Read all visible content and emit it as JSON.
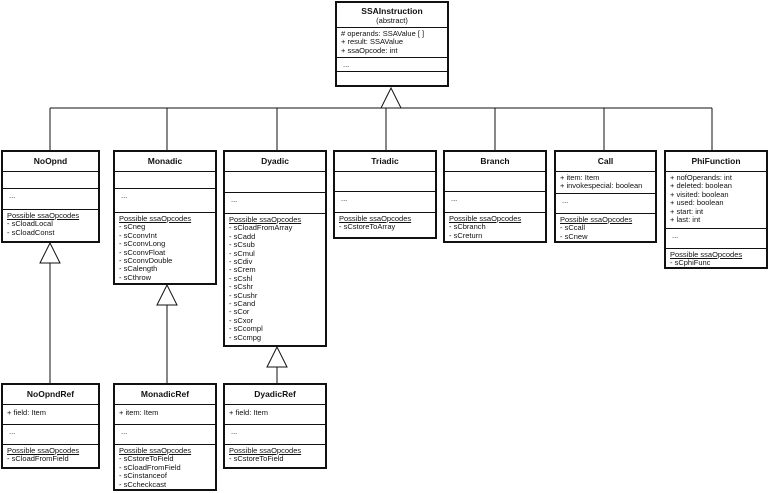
{
  "root": {
    "name": "SSAInstruction",
    "stereotype": "(abstract)",
    "attributes": [
      "# operands: SSAValue [ ]",
      "+ result: SSAValue",
      "+ ssaOpcode: int"
    ],
    "ellipsis": "..."
  },
  "classes": {
    "noopnd": {
      "name": "NoOpnd",
      "ellipsis": "...",
      "opcodes_title": "Possible ssaOpcodes",
      "opcodes": [
        "- sCloadLocal",
        "- sCloadConst"
      ]
    },
    "monadic": {
      "name": "Monadic",
      "ellipsis": "...",
      "opcodes_title": "Possible ssaOpcodes",
      "opcodes": [
        "- sCneg",
        "- sCconvInt",
        "- sCconvLong",
        "- sCconvFloat",
        "- sCconvDouble",
        "- sCalength",
        "- sCthrow"
      ]
    },
    "dyadic": {
      "name": "Dyadic",
      "ellipsis": "...",
      "opcodes_title": "Possible ssaOpcodes",
      "opcodes": [
        "- sCloadFromArray",
        "- sCadd",
        "- sCsub",
        "- sCmul",
        "- sCdiv",
        "- sCrem",
        "- sCshl",
        "- sCshr",
        "- sCushr",
        "- sCand",
        "- sCor",
        "- sCxor",
        "- sCcompl",
        "- sCcmpg"
      ]
    },
    "triadic": {
      "name": "Triadic",
      "ellipsis": "...",
      "opcodes_title": "Possible ssaOpcodes",
      "opcodes": [
        "- sCstoreToArray"
      ]
    },
    "branch": {
      "name": "Branch",
      "ellipsis": "...",
      "opcodes_title": "Possible ssaOpcodes",
      "opcodes": [
        "- sCbranch",
        "- sCreturn"
      ]
    },
    "call": {
      "name": "Call",
      "attributes": [
        "+ item: Item",
        "+ invokespecial: boolean"
      ],
      "ellipsis": "...",
      "opcodes_title": "Possible ssaOpcodes",
      "opcodes": [
        "- sCcall",
        "- sCnew"
      ]
    },
    "phi": {
      "name": "PhiFunction",
      "attributes": [
        "+ nofOperands: int",
        "+ deleted: boolean",
        "+ visited: boolean",
        "+ used: boolean",
        "+ start: int",
        "+ last: int"
      ],
      "ellipsis": "...",
      "opcodes_title": "Possible ssaOpcodes",
      "opcodes": [
        "- sCphiFunc"
      ]
    },
    "noopndref": {
      "name": "NoOpndRef",
      "attributes": [
        "+ field: Item"
      ],
      "ellipsis": "...",
      "opcodes_title": "Possible ssaOpcodes",
      "opcodes": [
        "- sCloadFromField"
      ]
    },
    "monadicref": {
      "name": "MonadicRef",
      "attributes": [
        "+ item: Item"
      ],
      "ellipsis": "...",
      "opcodes_title": "Possible ssaOpcodes",
      "opcodes": [
        "- sCstoreToField",
        "- sCloadFromField",
        "- sCinstanceof",
        "- sCcheckcast"
      ]
    },
    "dyadicref": {
      "name": "DyadicRef",
      "attributes": [
        "+ field: Item"
      ],
      "ellipsis": "...",
      "opcodes_title": "Possible ssaOpcodes",
      "opcodes": [
        "- sCstoreToField"
      ]
    }
  }
}
